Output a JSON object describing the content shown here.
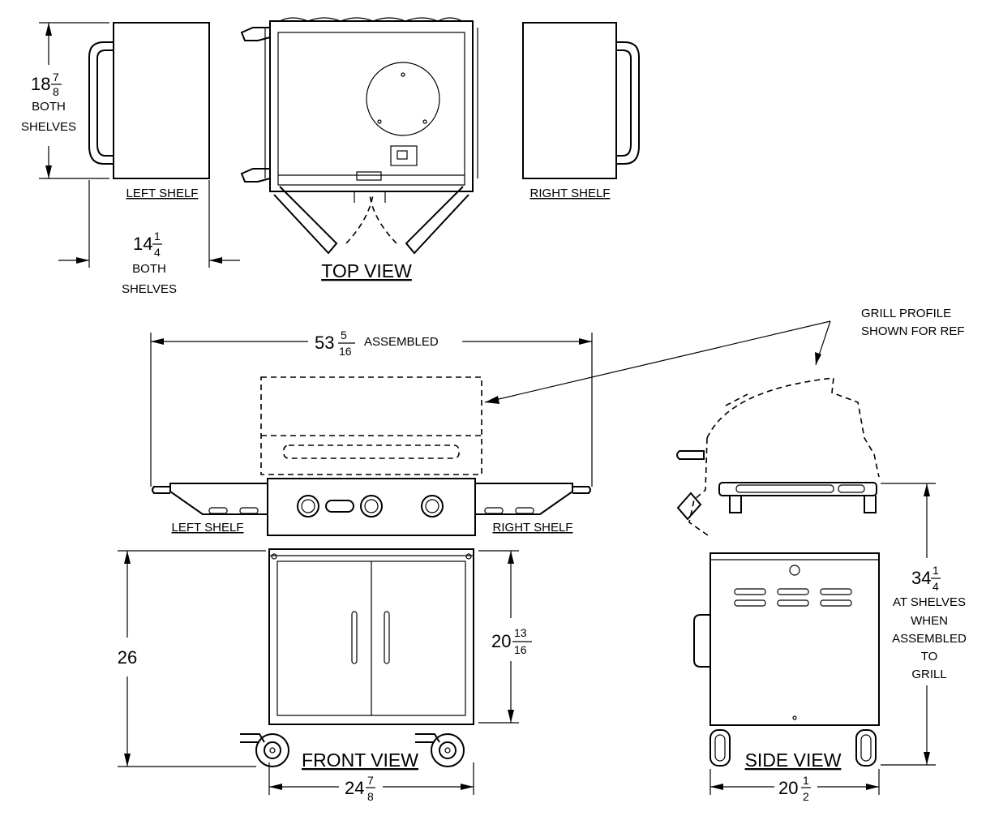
{
  "top": {
    "left_shelf_label": "LEFT SHELF",
    "right_shelf_label": "RIGHT SHELF",
    "title": "TOP VIEW",
    "height_dim": {
      "whole": "18",
      "num": "7",
      "den": "8",
      "note1": "BOTH",
      "note2": "SHELVES"
    },
    "width_dim": {
      "whole": "14",
      "num": "1",
      "den": "4",
      "note1": "BOTH",
      "note2": "SHELVES"
    }
  },
  "front": {
    "title": "FRONT VIEW",
    "left_shelf_label": "LEFT SHELF",
    "right_shelf_label": "RIGHT SHELF",
    "assembled_dim": {
      "whole": "53",
      "num": "5",
      "den": "16",
      "note": "ASSEMBLED"
    },
    "height_dim": {
      "value": "26"
    },
    "door_dim": {
      "whole": "20",
      "num": "13",
      "den": "16"
    },
    "width_dim": {
      "whole": "24",
      "num": "7",
      "den": "8"
    }
  },
  "side": {
    "title": "SIDE VIEW",
    "profile_note1": "GRILL PROFILE",
    "profile_note2": "SHOWN FOR REF",
    "height_dim": {
      "whole": "34",
      "num": "1",
      "den": "4",
      "note1": "AT SHELVES",
      "note2": "WHEN",
      "note3": "ASSEMBLED",
      "note4": "TO",
      "note5": "GRILL"
    },
    "depth_dim": {
      "whole": "20",
      "num": "1",
      "den": "2"
    }
  }
}
